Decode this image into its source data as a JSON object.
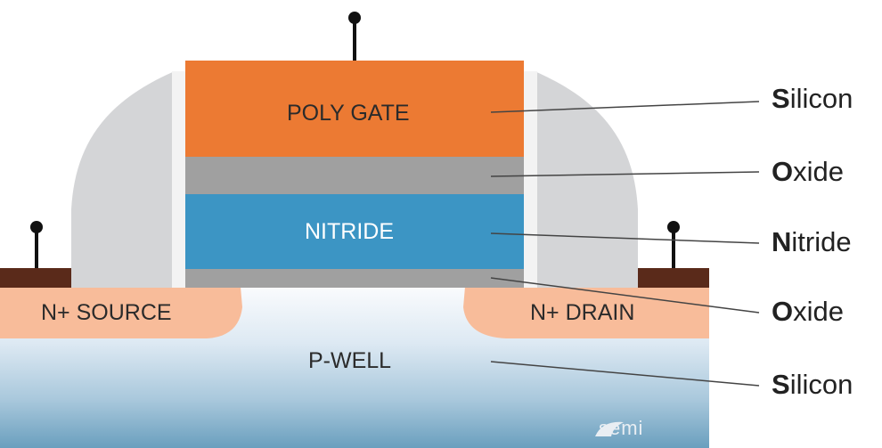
{
  "regions": {
    "gate": "POLY GATE",
    "nitride": "NITRIDE",
    "source": "N+ SOURCE",
    "drain": "N+ DRAIN",
    "well": "P-WELL"
  },
  "layers": [
    {
      "initial": "S",
      "rest": "ilicon"
    },
    {
      "initial": "O",
      "rest": "xide"
    },
    {
      "initial": "N",
      "rest": "itride"
    },
    {
      "initial": "O",
      "rest": "xide"
    },
    {
      "initial": "S",
      "rest": "ilicon"
    }
  ],
  "watermark": "semi",
  "colors": {
    "poly_gate": "#ec7a33",
    "oxide": "#a0a0a0",
    "nitride": "#3c95c4",
    "spacer": "#d4d5d7",
    "source_drain": "#f8bc9a",
    "contact": "#5a2a1a",
    "well_top": "#ffffff",
    "well_bottom": "#6a9fbe"
  }
}
